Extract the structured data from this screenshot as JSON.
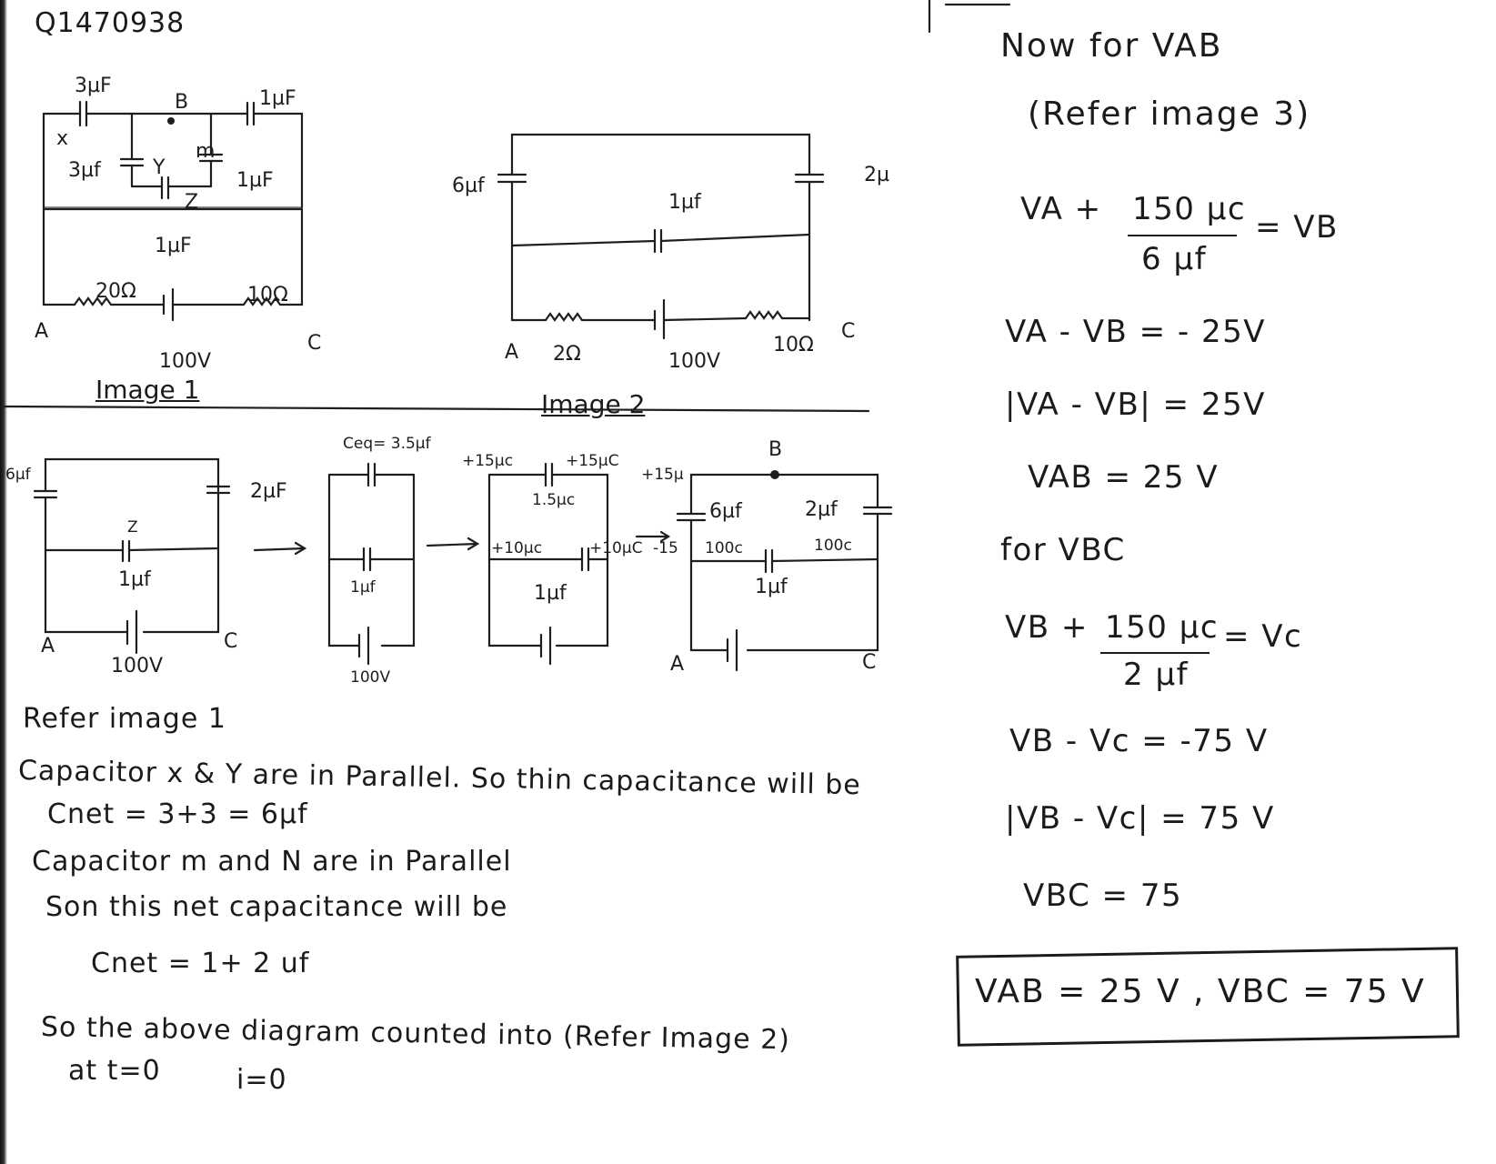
{
  "question_id": "Q1470938",
  "image1": {
    "labels": {
      "x_cap": "3µF",
      "b_node": "B",
      "top_right_cap": "1µF",
      "x": "x",
      "y_cap": "3µf",
      "y": "Y",
      "m": "m",
      "m_cap": "1µF",
      "z": "Z",
      "z_cap": "1µF",
      "r1": "20Ω",
      "r2": "10Ω",
      "a_node": "A",
      "c_node": "C",
      "battery": "100V"
    },
    "caption": "Image 1"
  },
  "image2": {
    "labels": {
      "left_cap": "6µf",
      "mid_cap": "1µf",
      "right_cap": "2µ",
      "a_node": "A",
      "r1": "2Ω",
      "battery": "100V",
      "r2": "10Ω",
      "c_node": "C"
    },
    "caption": "Image 2"
  },
  "reduction": {
    "labels": {
      "six_uf": "6µf",
      "two_uf": "2µF",
      "z": "Z",
      "one_uf": "1µf",
      "a_node": "A",
      "battery": "100V",
      "c_node": "C",
      "ceq": "Ceq= 3.5µf",
      "luf": "1µf",
      "battery2": "100V",
      "q15_left": "+15µc",
      "q15_right": "+15µC",
      "onefive": "1.5µc",
      "q_left_bot": "+10µc",
      "q_right_bot": "+10µC",
      "one_uf_b": "1µf",
      "q15_far": "+15µ",
      "six_uf_b": "6µf",
      "two_uf_b": "2µf",
      "b_node": "B",
      "q100_left": "100c",
      "q100_right": "100c",
      "one_uf_c": "1µf",
      "a_node_b": "A",
      "c_node_b": "C",
      "neg15": "-15"
    }
  },
  "explanation": {
    "l1": "Refer image 1",
    "l2": "Capacitor x & Y are in Parallel. So thin capacitance will be",
    "l3": "Cnet = 3+3 = 6µf",
    "l4": "Capacitor m and N are in Parallel",
    "l5": "Son this net capacitance will be",
    "l6": "Cnet = 1+ 2 uf",
    "l7": "So the above diagram counted into (Refer Image 2)",
    "l8": "at t=0",
    "l9": "i=0"
  },
  "right": {
    "h1": "Now for VAB",
    "h2": "(Refer image 3)",
    "e1_left": "VA +",
    "e1_num": "150 µc",
    "e1_den": "6 µf",
    "e1_right": "= VB",
    "e2": "VA - VB = - 25V",
    "e3": "|VA - VB| = 25V",
    "e4": "VAB = 25 V",
    "h3": "for VBC",
    "e5_left": "VB +",
    "e5_num": "150 µc",
    "e5_den": "2 µf",
    "e5_right": "= Vc",
    "e6": "VB - Vc = -75 V",
    "e7": "|VB - Vc| = 75 V",
    "e8": "VBC = 75",
    "answer": "VAB = 25 V , VBC = 75 V"
  }
}
